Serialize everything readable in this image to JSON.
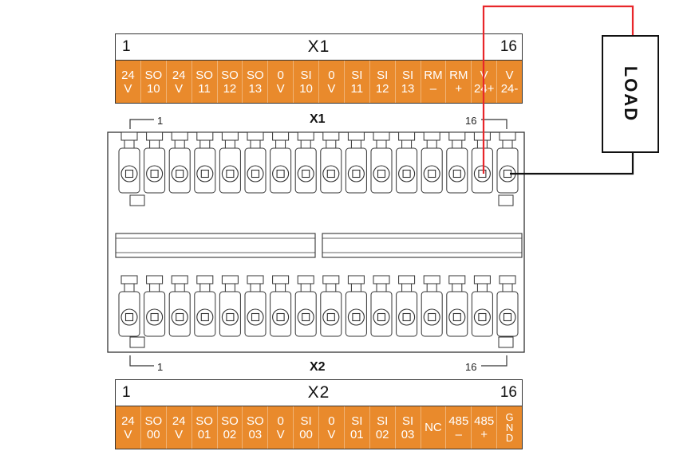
{
  "connector_x1": {
    "title": "X1",
    "start_num": "1",
    "end_num": "16",
    "pins": [
      [
        "24",
        "V"
      ],
      [
        "SO",
        "10"
      ],
      [
        "24",
        "V"
      ],
      [
        "SO",
        "11"
      ],
      [
        "SO",
        "12"
      ],
      [
        "SO",
        "13"
      ],
      [
        "0",
        "V"
      ],
      [
        "SI",
        "10"
      ],
      [
        "0",
        "V"
      ],
      [
        "SI",
        "11"
      ],
      [
        "SI",
        "12"
      ],
      [
        "SI",
        "13"
      ],
      [
        "RM",
        "–"
      ],
      [
        "RM",
        "+"
      ],
      [
        "V",
        "24+"
      ],
      [
        "V",
        "24-"
      ]
    ]
  },
  "connector_x2": {
    "title": "X2",
    "start_num": "1",
    "end_num": "16",
    "pins": [
      [
        "24",
        "V"
      ],
      [
        "SO",
        "00"
      ],
      [
        "24",
        "V"
      ],
      [
        "SO",
        "01"
      ],
      [
        "SO",
        "02"
      ],
      [
        "SO",
        "03"
      ],
      [
        "0",
        "V"
      ],
      [
        "SI",
        "00"
      ],
      [
        "0",
        "V"
      ],
      [
        "SI",
        "01"
      ],
      [
        "SI",
        "02"
      ],
      [
        "SI",
        "03"
      ],
      [
        "NC"
      ],
      [
        "485",
        "–"
      ],
      [
        "485",
        "+"
      ],
      [
        "G",
        "N",
        "D"
      ]
    ]
  },
  "drawing": {
    "x1_label": "X1",
    "x2_label": "X2",
    "top_pin_first": "1",
    "top_pin_last": "16",
    "bottom_pin_first": "1",
    "bottom_pin_last": "16"
  },
  "load": {
    "label": "LOAD"
  },
  "colors": {
    "pin_strip": "#e98a2c",
    "wire_positive": "#e8262a",
    "wire_negative": "#111111",
    "outline": "#333333"
  }
}
